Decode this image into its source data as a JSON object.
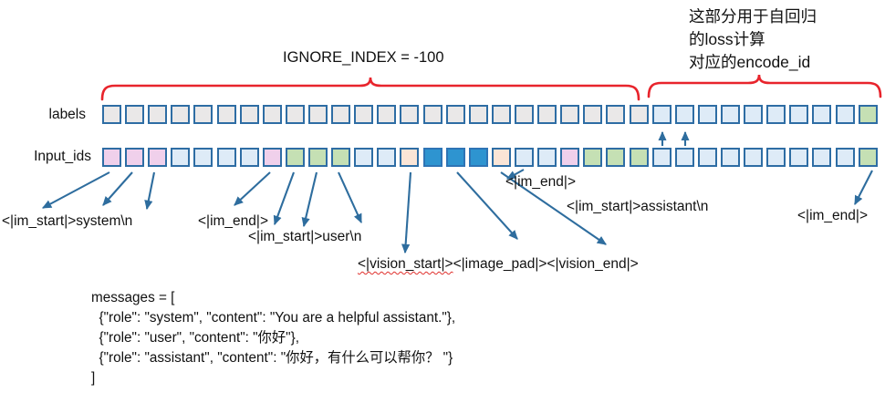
{
  "colors": {
    "cellBorder": "#2e6da4",
    "gray": "#eae8e8",
    "lblue": "#deebf7",
    "pink": "#f0d0eb",
    "green": "#c5e0b4",
    "peach": "#fbe5d6",
    "solid": "#2e94d0",
    "solidBorder": "#2e74b5",
    "red": "#e8242c",
    "arrow": "#2e6d9e"
  },
  "annotations": {
    "loss_note_line1": "这部分用于自回归",
    "loss_note_line2": "的loss计算",
    "encode_id_note": "对应的encode_id",
    "ignore_index": "IGNORE_INDEX = -100",
    "im_start_system": "<|im_start|>system\\n",
    "im_end_1": "<|im_end|>",
    "im_start_user": "<|im_start|>user\\n",
    "vision_start_token": "<|vision_start|>",
    "vision_rest_tokens": "<|image_pad|><|vision_end|>",
    "im_end_2": "<|im_end|>",
    "im_start_assistant": "<|im_start|>assistant\\n",
    "im_end_3": "<|im_end|>"
  },
  "rows": {
    "labels_title": "labels",
    "input_ids_title": "Input_ids",
    "labels_cells": [
      "gray",
      "gray",
      "gray",
      "gray",
      "gray",
      "gray",
      "gray",
      "gray",
      "gray",
      "gray",
      "gray",
      "gray",
      "gray",
      "gray",
      "gray",
      "gray",
      "gray",
      "gray",
      "gray",
      "gray",
      "gray",
      "gray",
      "gray",
      "gray",
      "blue",
      "blue",
      "blue",
      "blue",
      "blue",
      "blue",
      "blue",
      "blue",
      "blue",
      "green"
    ],
    "input_ids_cells": [
      "pink",
      "pink",
      "pink",
      "blue",
      "blue",
      "blue",
      "blue",
      "pink",
      "green",
      "green",
      "green",
      "blue",
      "blue",
      "peach",
      "solid",
      "solid",
      "solid",
      "peach",
      "blue",
      "blue",
      "pink",
      "green",
      "green",
      "green",
      "blue",
      "blue",
      "blue",
      "blue",
      "blue",
      "blue",
      "blue",
      "blue",
      "blue",
      "green"
    ]
  },
  "code": {
    "lines": [
      "messages = [",
      "  {\"role\": \"system\", \"content\": \"You are a helpful assistant.\"},",
      "  {\"role\": \"user\", \"content\": \"你好\"},",
      "  {\"role\": \"assistant\", \"content\": \"你好，有什么可以帮你？ \"}",
      "]"
    ]
  }
}
